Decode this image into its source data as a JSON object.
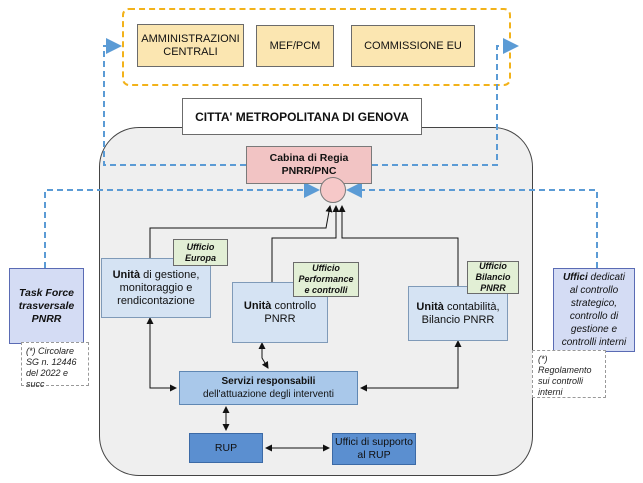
{
  "top": {
    "admin": [
      "AMMINISTRAZIONI",
      "CENTRALI"
    ],
    "mef": "MEF/PCM",
    "commissione": "COMMISSIONE EU"
  },
  "city": "CITTA' METROPOLITANA DI GENOVA",
  "cabina": [
    "Cabina di Regia",
    "PNRR/PNC"
  ],
  "unita_gestione": {
    "bold": "Unità",
    "rest": " di gestione, monitoraggio e rendicontazione"
  },
  "ufficio_europa": [
    "Ufficio",
    "Europa"
  ],
  "unita_controllo": {
    "bold": "Unità",
    "rest": " controllo PNRR"
  },
  "ufficio_performance": [
    "Ufficio",
    "Performance",
    "e controlli"
  ],
  "unita_contabilita": {
    "bold": "Unità",
    "rest": " contabilità, Bilancio PNRR"
  },
  "ufficio_bilancio": [
    "Ufficio",
    "Bilancio",
    "PNRR"
  ],
  "servizi": {
    "bold": "Servizi responsabili",
    "rest": "dell'attuazione degli interventi"
  },
  "rup": "RUP",
  "supporto": [
    "Uffici di supporto",
    "al RUP"
  ],
  "task_force": [
    "Task Force",
    "trasversale",
    "PNRR"
  ],
  "note_left": [
    "(*) Circolare",
    "SG n. 12446",
    "del 2022 e",
    "succ"
  ],
  "uffici_dedicati": {
    "bold": "Uffici",
    "rest": " dedicati al controllo strategico, controllo di gestione e controlli interni"
  },
  "note_right": [
    "(*)",
    "Regolamento",
    "sui controlli",
    "interni"
  ]
}
